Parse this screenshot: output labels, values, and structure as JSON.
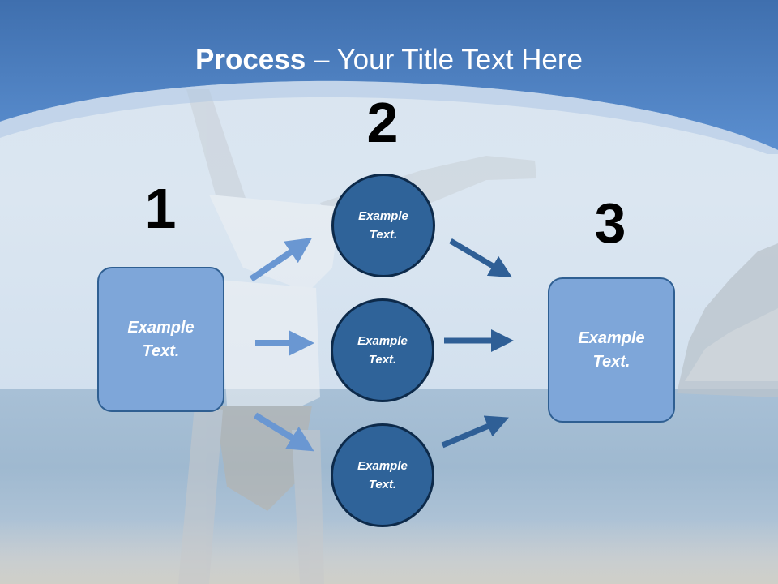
{
  "slide": {
    "title_bold": "Process",
    "title_rest": " – Your Title Text Here",
    "step_labels": [
      "1",
      "2",
      "3"
    ],
    "left_box_text": "Example Text.",
    "right_box_text": "Example Text.",
    "circles": [
      {
        "text": "Example Text."
      },
      {
        "text": "Example Text."
      },
      {
        "text": "Example Text."
      }
    ]
  },
  "colors": {
    "header_blue": "#4a7fc2",
    "box_fill": "#7ea6d9",
    "circle_fill": "#2f6399",
    "arrow_light": "#6a97d2",
    "arrow_dark": "#2f5f96"
  }
}
